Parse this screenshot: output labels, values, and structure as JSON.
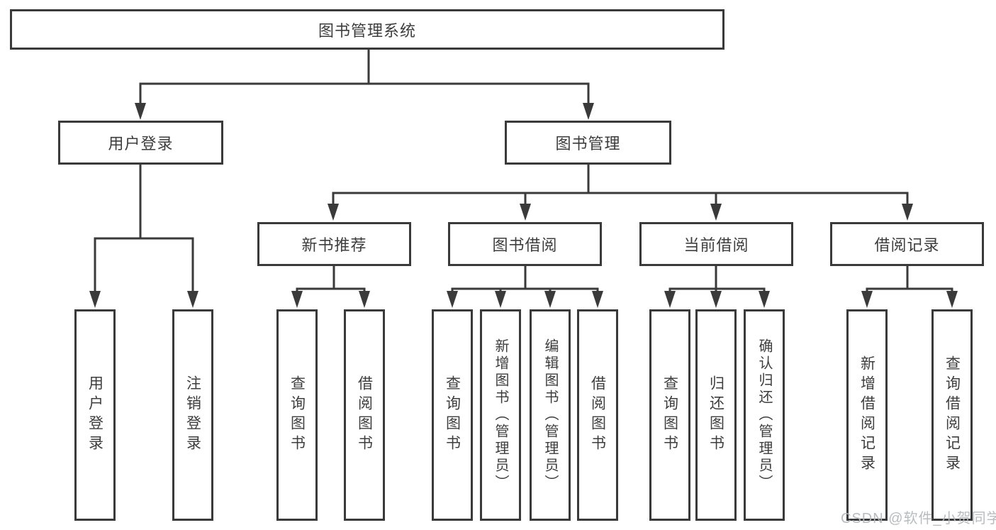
{
  "title": {
    "label": "图书管理系统"
  },
  "level2": [
    {
      "label": "用户登录"
    },
    {
      "label": "图书管理"
    }
  ],
  "level3": [
    {
      "label": "新书推荐"
    },
    {
      "label": "图书借阅"
    },
    {
      "label": "当前借阅"
    },
    {
      "label": "借阅记录"
    }
  ],
  "leaves": {
    "userLogin": [
      {
        "label": "用户登录"
      },
      {
        "label": "注销登录"
      }
    ],
    "newBooks": [
      {
        "label": "查询图书"
      },
      {
        "label": "借阅图书"
      }
    ],
    "borrow": [
      {
        "label": "查询图书"
      },
      {
        "label": "新增图书（管理员）"
      },
      {
        "label": "编辑图书（管理员）"
      },
      {
        "label": "借阅图书"
      }
    ],
    "current": [
      {
        "label": "查询图书"
      },
      {
        "label": "归还图书"
      },
      {
        "label": "确认归还（管理员）"
      }
    ],
    "records": [
      {
        "label": "新增借阅记录"
      },
      {
        "label": "查询借阅记录"
      }
    ]
  },
  "watermark": {
    "text": "CSDN @软件_小贺同学"
  },
  "colors": {
    "line": "#3a3a3a",
    "text": "#3d3d3d",
    "watermark": "#b4b9bb",
    "background": "#ffffff"
  }
}
